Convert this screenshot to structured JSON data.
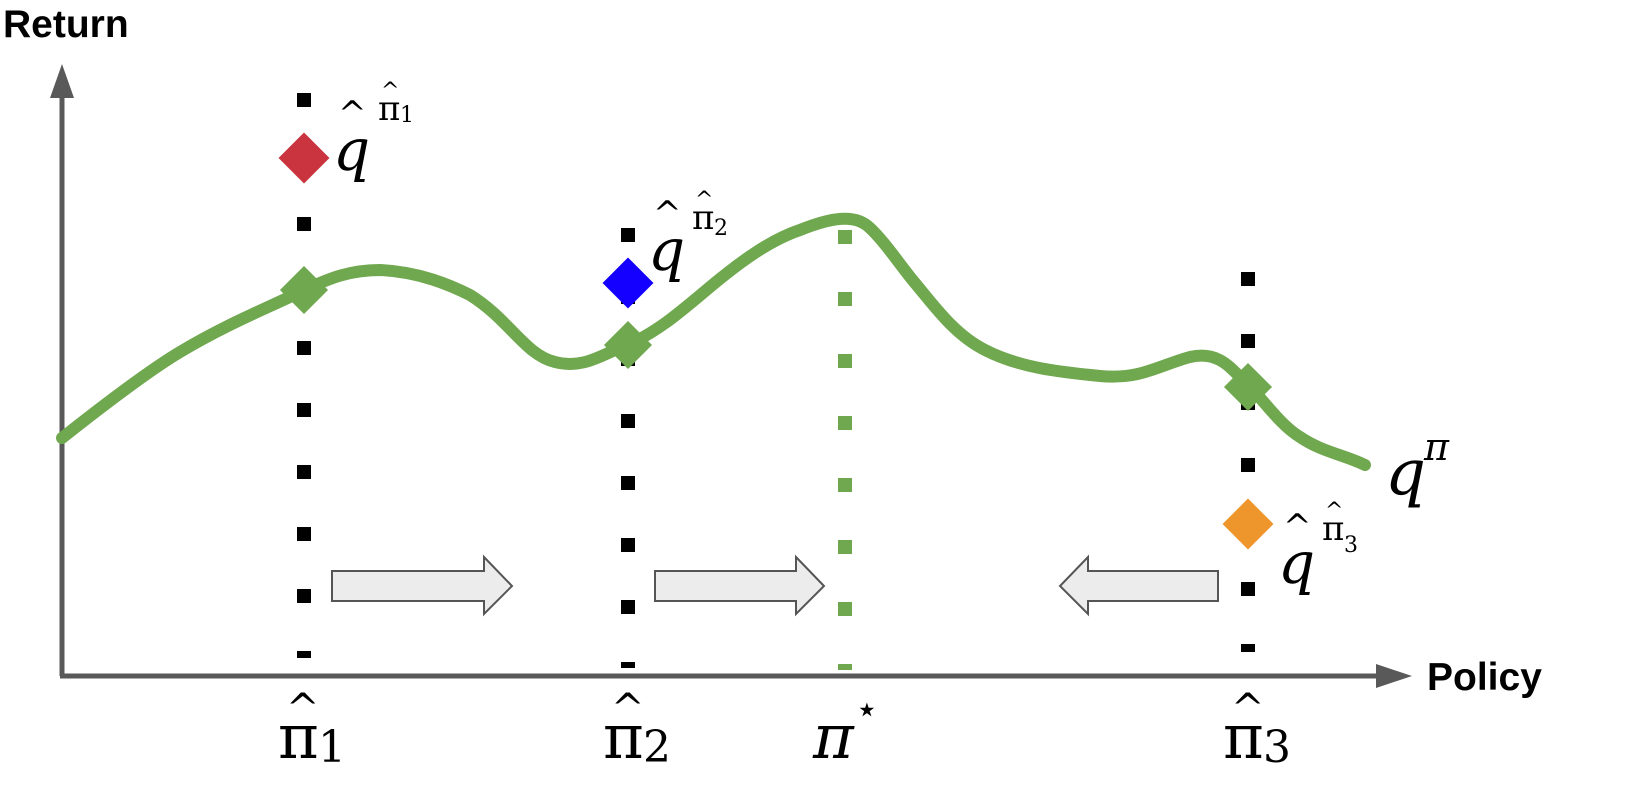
{
  "axes": {
    "y_label": "Return",
    "x_label": "Policy"
  },
  "curve": {
    "label_base": "q",
    "label_sup": "π",
    "color": "#70a84f"
  },
  "estimates": [
    {
      "base": "q",
      "hat": "^",
      "sup_sym": "π",
      "sup_sub": "1",
      "color": "#c9343f",
      "marker_name": "q-hat-pi1-marker",
      "label_name": "q-hat-pi1-label"
    },
    {
      "base": "q",
      "hat": "^",
      "sup_sym": "π",
      "sup_sub": "2",
      "color": "#1400ff",
      "marker_name": "q-hat-pi2-marker",
      "label_name": "q-hat-pi2-label"
    },
    {
      "base": "q",
      "hat": "^",
      "sup_sym": "π",
      "sup_sub": "3",
      "color": "#ee962c",
      "marker_name": "q-hat-pi3-marker",
      "label_name": "q-hat-pi3-label"
    }
  ],
  "policies": [
    {
      "sym": "π",
      "hat": "^",
      "sub": "1",
      "line_color": "#000000"
    },
    {
      "sym": "π",
      "hat": "^",
      "sub": "2",
      "line_color": "#000000"
    },
    {
      "sym": "π",
      "star": "⋆",
      "line_color": "#70a84f"
    },
    {
      "sym": "π",
      "hat": "^",
      "sub": "3",
      "line_color": "#000000"
    }
  ],
  "colors": {
    "axis": "#595959",
    "arrow_fill": "#ececec",
    "arrow_stroke": "#555555"
  }
}
